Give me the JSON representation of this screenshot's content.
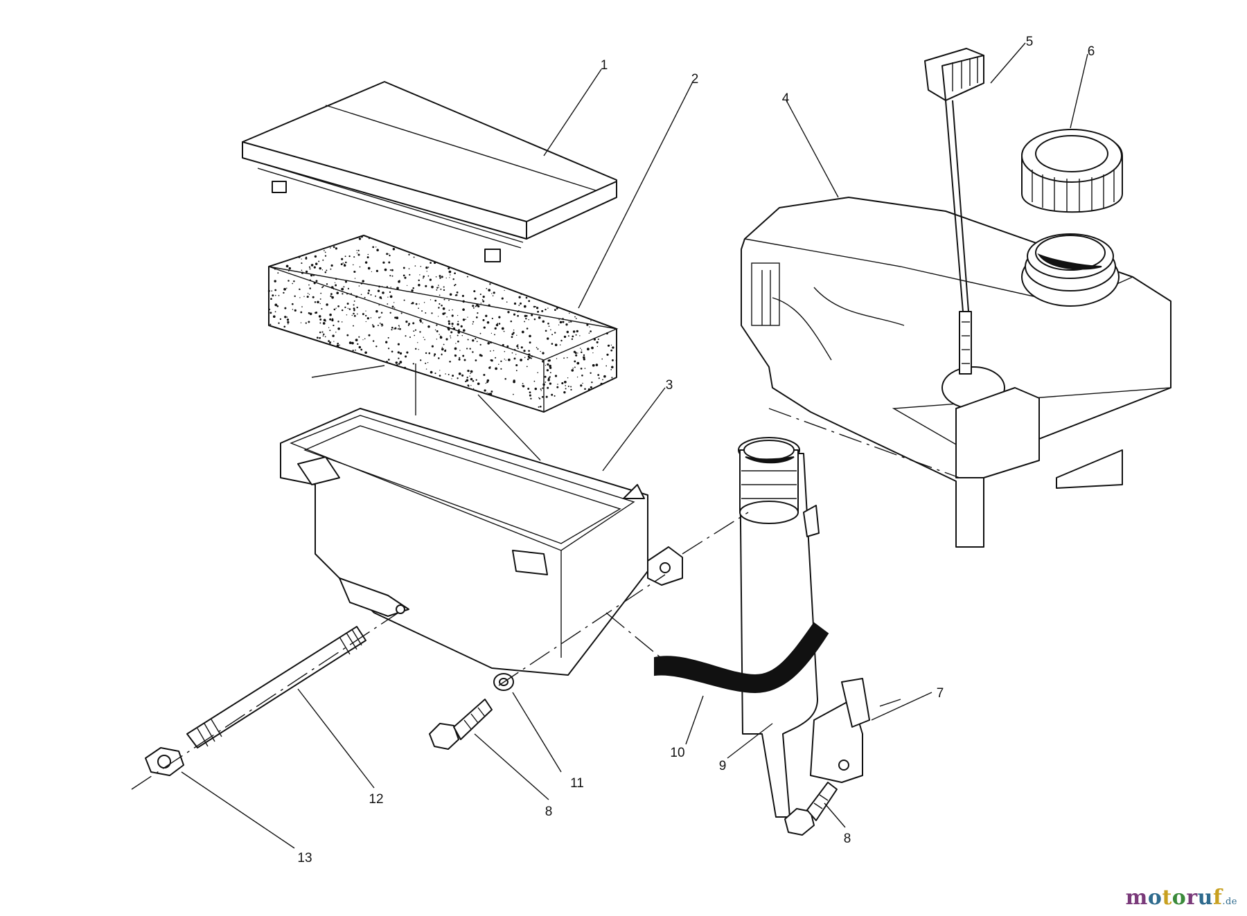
{
  "diagram": {
    "callouts": [
      {
        "id": "c1",
        "text": "1"
      },
      {
        "id": "c2",
        "text": "2"
      },
      {
        "id": "c3",
        "text": "3"
      },
      {
        "id": "c4",
        "text": "4"
      },
      {
        "id": "c5",
        "text": "5"
      },
      {
        "id": "c6",
        "text": "6"
      },
      {
        "id": "c7",
        "text": "7"
      },
      {
        "id": "c8a",
        "text": "8"
      },
      {
        "id": "c8b",
        "text": "8"
      },
      {
        "id": "c9",
        "text": "9"
      },
      {
        "id": "c10",
        "text": "10"
      },
      {
        "id": "c11",
        "text": "11"
      },
      {
        "id": "c12",
        "text": "12"
      },
      {
        "id": "c13",
        "text": "13"
      }
    ]
  },
  "watermark": {
    "brand": "motoruf",
    "suffix": ".de",
    "colors": [
      "#7a3a7a",
      "#2f6b8e",
      "#c8a020",
      "#3a8a3a"
    ]
  }
}
